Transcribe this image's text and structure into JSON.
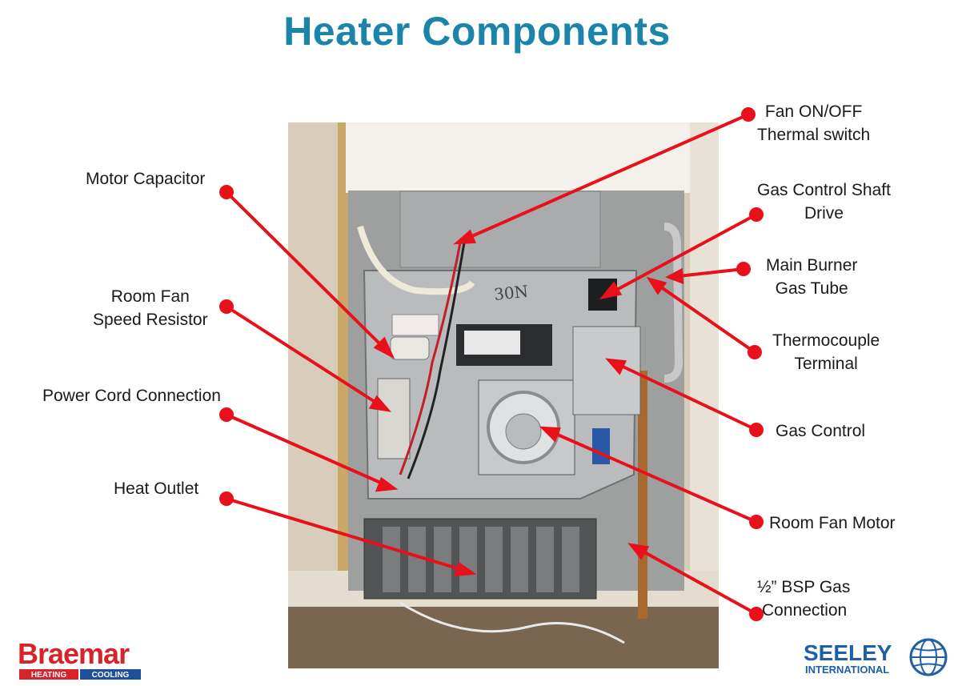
{
  "title": "Heater Components",
  "labels": {
    "motor_capacitor": "Motor Capacitor",
    "room_fan_speed_resistor_1": "Room Fan",
    "room_fan_speed_resistor_2": "Speed Resistor",
    "power_cord_connection": "Power Cord Connection",
    "heat_outlet": "Heat Outlet",
    "fan_switch_1": "Fan ON/OFF",
    "fan_switch_2": "Thermal switch",
    "gas_shaft_1": "Gas Control Shaft",
    "gas_shaft_2": "Drive",
    "burner_tube_1": "Main Burner",
    "burner_tube_2": "Gas Tube",
    "thermocouple_1": "Thermocouple",
    "thermocouple_2": "Terminal",
    "gas_control": "Gas Control",
    "room_fan_motor": "Room Fan Motor",
    "bsp_gas_1": "½” BSP Gas",
    "bsp_gas_2": "Connection"
  },
  "photo_text": {
    "handwriting": "30N"
  },
  "logos": {
    "braemar_name": "Braemar",
    "braemar_heating": "HEATING",
    "braemar_cooling": "COOLING",
    "seeley_name": "SEELEY",
    "seeley_intl": "INTERNATIONAL"
  },
  "colors": {
    "title": "#1a85a8",
    "callout": "#e8101a",
    "braemar_red": "#d8232a",
    "braemar_blue": "#1e4f9c",
    "seeley_blue": "#1f5fa8"
  }
}
